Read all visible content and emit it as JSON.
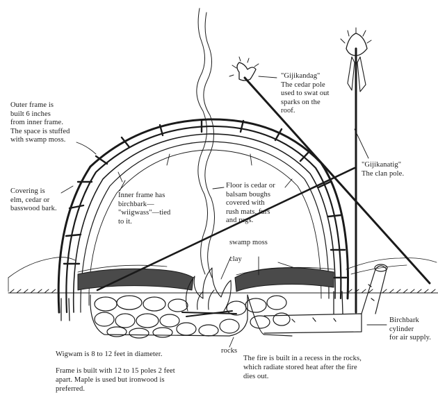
{
  "colors": {
    "ink": "#1a1a1a",
    "paper": "#ffffff",
    "shade": "#4a4a4a"
  },
  "labels": {
    "outer_frame": "Outer frame is\nbuilt 6 inches\nfrom inner frame.\nThe space is stuffed\nwith swamp moss.",
    "covering": "Covering is\nelm, cedar or\nbasswood bark.",
    "inner_frame": "Inner frame has\nbirchbark—\n\"wiigwass\"—tied\nto it.",
    "gijikandag": "\"Gijikandag\"\nThe cedar pole\nused to swat out\nsparks on the\nroof.",
    "gijikanatig": "\"Gijikanatig\"\nThe clan pole.",
    "floor": "Floor is cedar or\nbalsam boughs\ncovered with\nrush mats, furs\nand rugs.",
    "swamp_moss": "swamp moss",
    "clay": "clay",
    "birchbark_cylinder": "Birchbark\ncylinder\nfor air supply.",
    "rocks": "rocks",
    "diameter": "Wigwam is 8 to 12 feet in diameter.",
    "frame_built": "Frame is built with 12 to 15 poles 2 feet\napart. Maple is used but ironwood is\npreferred.",
    "fire_note": "The fire is built in a recess in the rocks,\nwhich radiate stored heat after the fire\ndies out."
  }
}
